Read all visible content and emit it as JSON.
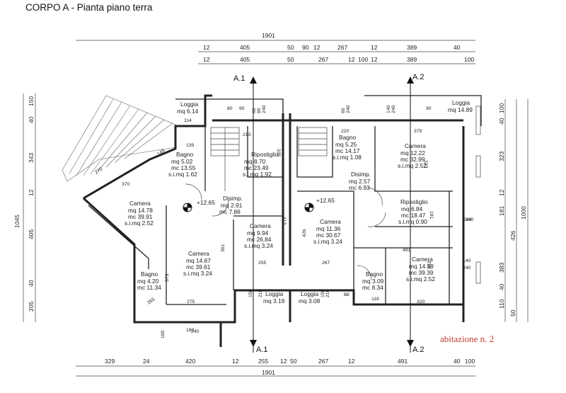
{
  "title": "CORPO A - Pianta piano terra",
  "sections": {
    "a1": "A.1",
    "a2": "A.2"
  },
  "elevations": {
    "left": "+12.65",
    "right": "+12.65"
  },
  "unit_label": "abitazione n. 2",
  "dims_top": {
    "total": "1901",
    "row1": [
      "12",
      "405",
      "50",
      "90",
      "12",
      "267",
      "12",
      "389",
      "40"
    ],
    "row2": [
      "12",
      "405",
      "50",
      "267",
      "12",
      "100",
      "12",
      "389",
      "100"
    ]
  },
  "dims_bottom": {
    "row": [
      "329",
      "24",
      "420",
      "12",
      "255",
      "12",
      "50",
      "267",
      "12",
      "491",
      "40",
      "100"
    ],
    "total": "1901"
  },
  "dims_left": [
    "150",
    "40",
    "343",
    "12",
    "1045",
    "405",
    "40",
    "205"
  ],
  "dims_right": [
    "100",
    "40",
    "323",
    "12",
    "181",
    "426",
    "1000",
    "383",
    "40",
    "110",
    "50"
  ],
  "rooms": [
    {
      "name": "Loggia",
      "l1": "mq  6.14"
    },
    {
      "name": "Bagno",
      "l1": "mq  5.02",
      "l2": "mc  13.55",
      "l3": "s.i.mq  1.62"
    },
    {
      "name": "Ripostiglio",
      "l1": "mq  8.70",
      "l2": "mc  23.49",
      "l3": "s.i.mq  1.92"
    },
    {
      "name": "Camera",
      "l1": "mq  14.78",
      "l2": "mc  39.91",
      "l3": "s.i.mq  2.52"
    },
    {
      "name": "Disimp.",
      "l1": "mq  2.91",
      "l2": "mc  7.86"
    },
    {
      "name": "Camera",
      "l1": "mq  9.94",
      "l2": "mc  26.84",
      "l3": "s.i.mq  3.24"
    },
    {
      "name": "Camera",
      "l1": "mq  14.67",
      "l2": "mc  39.61",
      "l3": "s.i.mq  3.24"
    },
    {
      "name": "Bagno",
      "l1": "mq  4.20",
      "l2": "mc  11.34"
    },
    {
      "name": "Loggia",
      "l1": "mq  3.19"
    },
    {
      "name": "Loggia",
      "l1": "mq  3.08"
    },
    {
      "name": "Bagno",
      "l1": "mq  5.25",
      "l2": "mc  14.17",
      "l3": "s.i.mq  1.08"
    },
    {
      "name": "Disimp.",
      "l1": "mq  2.57",
      "l2": "mc  6.93"
    },
    {
      "name": "Camera",
      "l1": "mq  12.22",
      "l2": "mc  32.99",
      "l3": "s.i.mq  2.52"
    },
    {
      "name": "Loggia",
      "l1": "mq  14.89"
    },
    {
      "name": "Ripostiglio",
      "l1": "mq  6.84",
      "l2": "mc  18.47",
      "l3": "s.i.mq  0.90"
    },
    {
      "name": "Camera",
      "l1": "mq  11.36",
      "l2": "mc  30.67",
      "l3": "s.i.mq  3.24"
    },
    {
      "name": "Camera",
      "l1": "mq  14.59",
      "l2": "mc  39.39",
      "l3": "s.i.mq  2.52"
    },
    {
      "name": "Bagno",
      "l1": "mq  3.09",
      "l2": "mc  8.34"
    }
  ],
  "inner_dims": [
    "80",
    "90",
    "114",
    "139",
    "213",
    "335",
    "370",
    "148",
    "270",
    "60",
    "80",
    "240",
    "220",
    "379",
    "323",
    "60",
    "240",
    "140",
    "240",
    "90",
    "181",
    "491",
    "413",
    "301",
    "373",
    "275",
    "255",
    "267",
    "426",
    "383",
    "320",
    "118",
    "50",
    "240",
    "140",
    "240",
    "265",
    "100",
    "180",
    "240",
    "150",
    "210",
    "150",
    "210",
    "50",
    "240"
  ]
}
